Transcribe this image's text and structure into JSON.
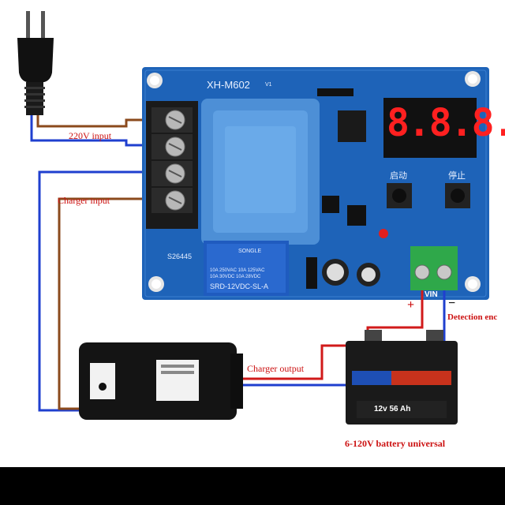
{
  "board": {
    "model": "XH-M602",
    "version": "V1",
    "serial": "S26445",
    "display_digits": "8.8.8.",
    "button_start": "启动",
    "button_stop": "停止",
    "relay_brand": "SONGLE",
    "relay_line1": "10A 250VAC  10A 125VAC",
    "relay_line2": "10A 30VDC  10A 28VDC",
    "relay_model": "SRD-12VDC-SL-A",
    "terminal_label": "VIN",
    "plus_sign": "+",
    "minus_sign": "−"
  },
  "labels": {
    "input_220v": "220V input",
    "charger_input": "Charger input",
    "charger_output": "Charger output",
    "detection": "Detection enc",
    "battery": "6-120V battery universal"
  },
  "battery": {
    "text": "12v 56 Ah"
  },
  "colors": {
    "pcb": "#1e63b8",
    "wire_brown": "#8b4a1c",
    "wire_blue": "#1f3fcf",
    "wire_red": "#d11a1a",
    "label_red": "#cc1111"
  }
}
